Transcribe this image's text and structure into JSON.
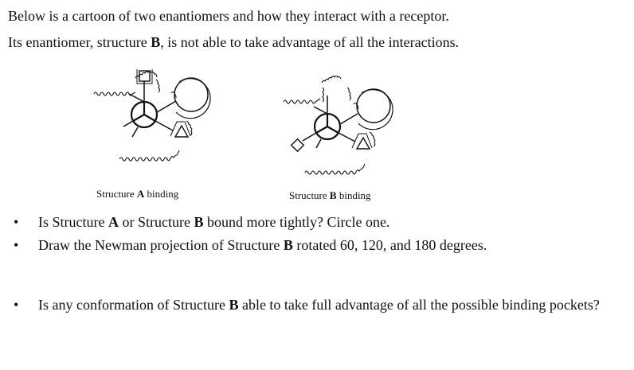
{
  "intro": {
    "line1": "Below is a cartoon of two enantiomers and how they interact with a receptor.",
    "line2_pre": "Its enantiomer, structure ",
    "line2_bold": "B",
    "line2_post": ", is not able to take advantage of all the interactions."
  },
  "captions": {
    "a_pre": "Structure ",
    "a_bold": "A",
    "a_post": " binding",
    "b_pre": "Structure ",
    "b_bold": "B",
    "b_post": " binding"
  },
  "questions": [
    {
      "bullet": "•",
      "p1": "Is Structure ",
      "b1": "A",
      "p2": " or Structure ",
      "b2": "B",
      "p3": " bound more tightly? Circle one."
    },
    {
      "bullet": "•",
      "p1": "Draw the Newman projection of Structure ",
      "b1": "B",
      "p2": " rotated 60, 120, and 180 degrees."
    },
    {
      "bullet": "•",
      "p1": "Is any conformation of Structure ",
      "b1": "B",
      "p2": " able to take full advantage of all the possible binding pockets?"
    }
  ]
}
